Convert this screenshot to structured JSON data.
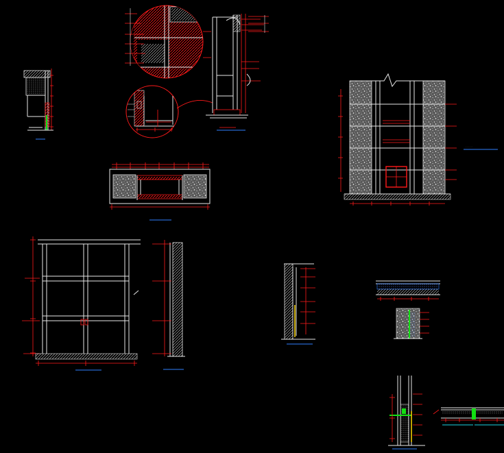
{
  "colors": {
    "background": "#000000",
    "line_white": "#e8e8e8",
    "dimension_red": "#ff1a1a",
    "title_blue": "#2f7fff",
    "accent_green": "#12e012",
    "accent_cyan": "#19d6e6",
    "accent_yellow": "#ffd800"
  },
  "drawing": {
    "views": [
      "wall-corner-section",
      "detail-callout-circles",
      "tall-frame-section",
      "cabinet-plan",
      "stone-clad-elevation",
      "glass-door-elevation",
      "wall-side-section",
      "narrow-wall-section",
      "floor-layer-section",
      "vertical-joint-section",
      "horizontal-joint-section"
    ]
  }
}
